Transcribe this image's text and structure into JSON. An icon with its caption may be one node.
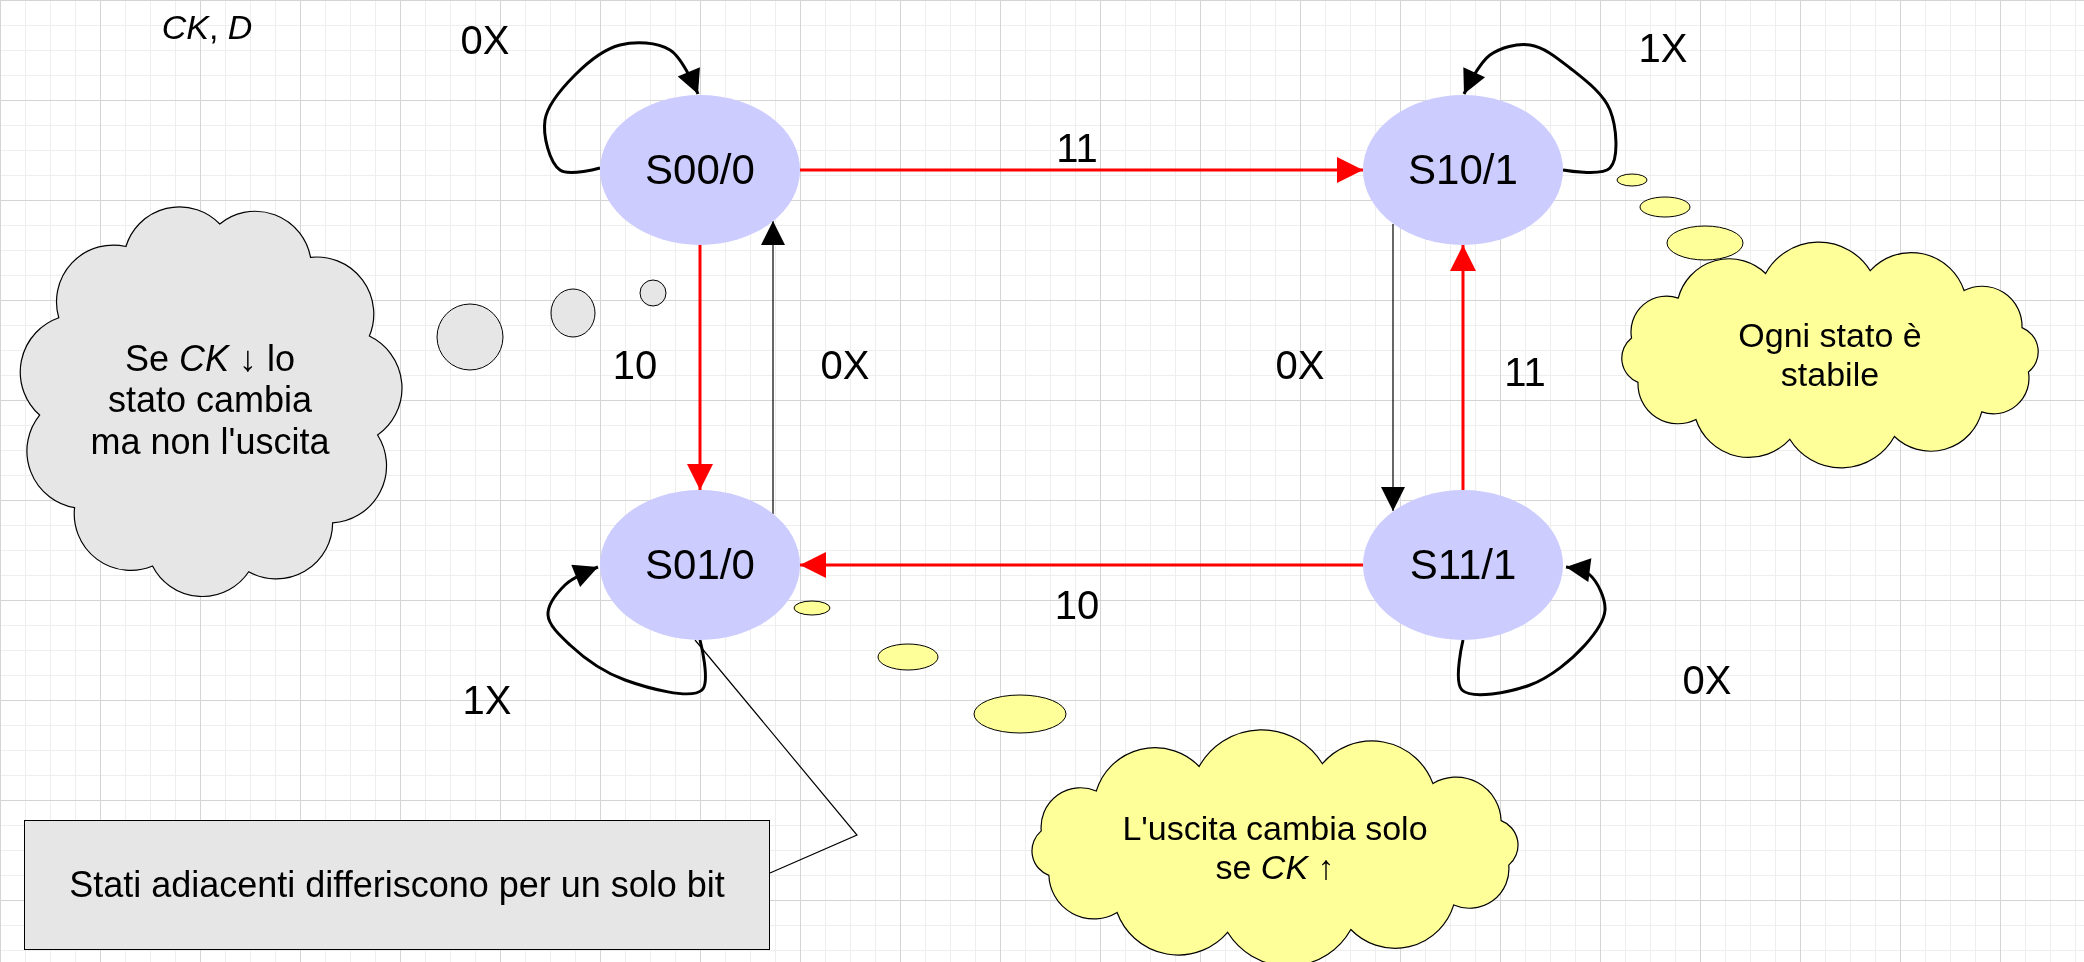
{
  "diagram": {
    "nodes": [
      {
        "text": [
          "S00/0"
        ]
      },
      {
        "text": [
          "S10/1"
        ]
      },
      {
        "text": [
          "Se *CK* ↓ lo stato cambia ma non l'uscita"
        ]
      },
      {
        "text": [
          "Ogni stato è stabile"
        ]
      },
      {
        "text": [
          "S01/0"
        ]
      },
      {
        "text": [
          "S11/1"
        ]
      },
      {
        "text": [
          "L'uscita cambia solo se *CK* ↑"
        ]
      },
      {
        "text": [
          "Stati adiacenti differiscono per un solo bit"
        ]
      }
    ],
    "edges": [
      {
        "from": 0,
        "to": 0,
        "arrow": "to",
        "label": "0X"
      },
      {
        "from": 0,
        "to": 1,
        "arrow": "to",
        "label": "11",
        "color": "#ff0000"
      },
      {
        "from": 0,
        "to": 4,
        "arrow": "to",
        "label": "10",
        "color": "#ff0000"
      },
      {
        "from": 4,
        "to": 0,
        "arrow": "to",
        "label": "0X"
      },
      {
        "from": 1,
        "to": 5,
        "arrow": "to",
        "label": "0X"
      },
      {
        "from": 5,
        "to": 1,
        "arrow": "to",
        "label": "11",
        "color": "#ff0000"
      },
      {
        "from": 5,
        "to": 4,
        "arrow": "to",
        "label": "10",
        "color": "#ff0000"
      },
      {
        "from": 1,
        "to": 1,
        "arrow": "to",
        "label": "1X"
      },
      {
        "from": 5,
        "to": 5,
        "arrow": "to",
        "label": "0X"
      },
      {
        "from": 4,
        "to": 4,
        "arrow": "to",
        "label": "1X"
      },
      {
        "from": 7,
        "to": 4,
        "arrow": "none"
      }
    ],
    "labels": [
      "*CK*, *D*"
    ]
  }
}
